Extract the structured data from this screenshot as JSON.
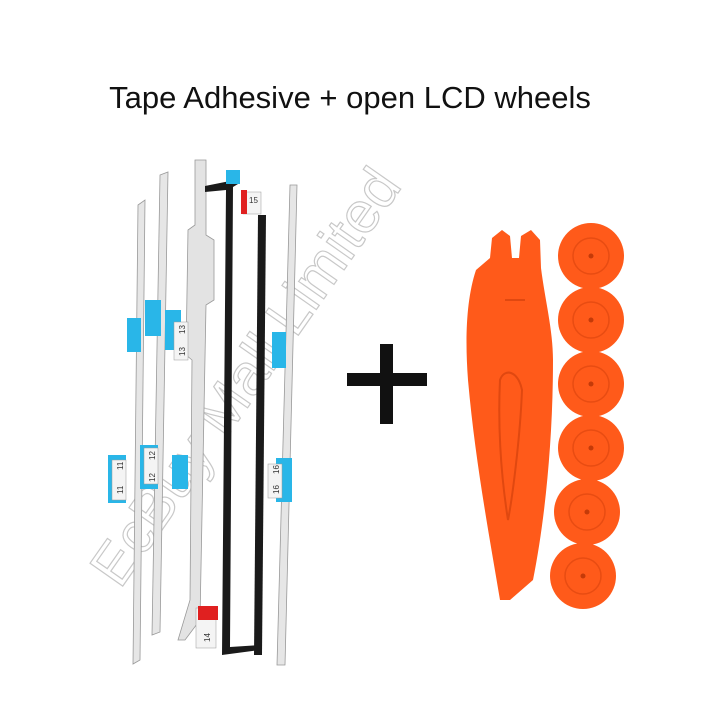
{
  "title": "Tape Adhesive + open LCD wheels",
  "watermark": "EcBuy Mall Limited",
  "strip_labels": [
    "11",
    "11",
    "12",
    "12",
    "13",
    "13",
    "14",
    "15",
    "16",
    "16"
  ],
  "colors": {
    "tape_backing": "#e8e8e8",
    "blue_tab": "#29b6e8",
    "red_tab": "#e02020",
    "black_strip": "#1a1a1a",
    "orange_tool": "#ff5a1a",
    "plus_sign": "#111111"
  }
}
